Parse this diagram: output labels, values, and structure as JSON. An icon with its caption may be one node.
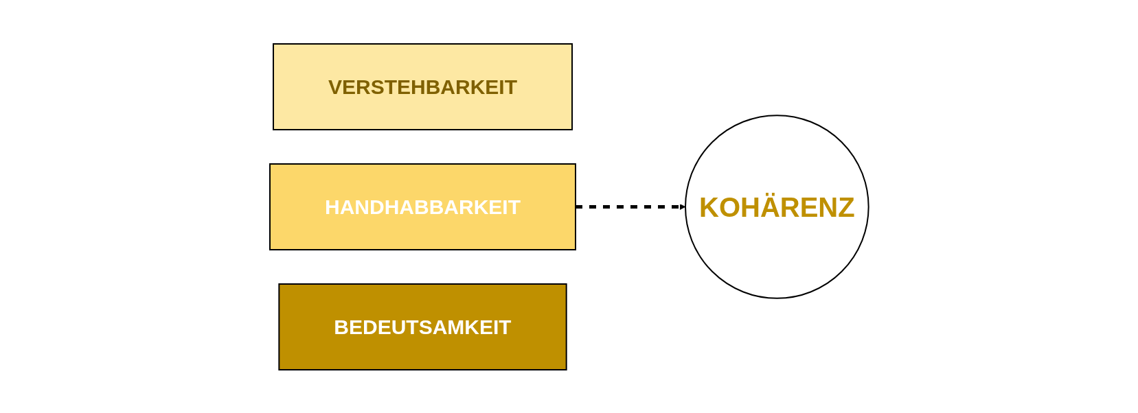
{
  "diagram": {
    "nodes": [
      {
        "text": [
          "VERSTEHBARKEIT"
        ]
      },
      {
        "text": [
          "HANDHABBARKEIT"
        ]
      },
      {
        "text": [
          "BEDEUTSAMKEIT"
        ]
      },
      {
        "text": [
          "KOHÄRENZ"
        ]
      }
    ],
    "edges": [
      {
        "from": 1,
        "to": 3,
        "arrow": "to",
        "style": "dashed"
      }
    ]
  }
}
